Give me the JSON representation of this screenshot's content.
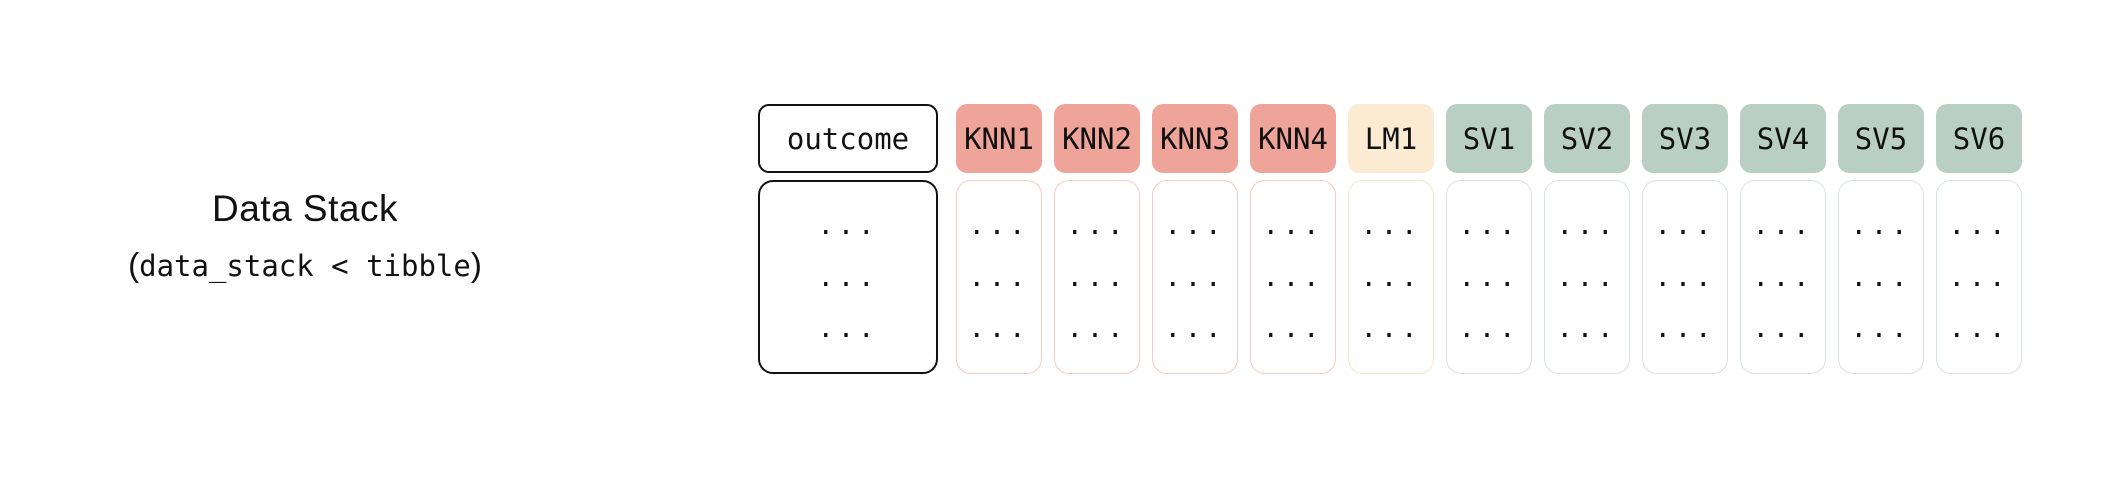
{
  "label": {
    "title": "Data Stack",
    "paren_open": "(",
    "code": "data_stack < tibble",
    "paren_close": ")"
  },
  "outcome_column": {
    "header": "outcome",
    "rows": [
      "...",
      "...",
      "..."
    ]
  },
  "model_columns": [
    {
      "header": "KNN1",
      "fill": "#efa49a",
      "border": "#f6cbc4",
      "rows": [
        "...",
        "...",
        "..."
      ]
    },
    {
      "header": "KNN2",
      "fill": "#efa49a",
      "border": "#f6cbc4",
      "rows": [
        "...",
        "...",
        "..."
      ]
    },
    {
      "header": "KNN3",
      "fill": "#efa49a",
      "border": "#f6cbc4",
      "rows": [
        "...",
        "...",
        "..."
      ]
    },
    {
      "header": "KNN4",
      "fill": "#efa49a",
      "border": "#f6cbc4",
      "rows": [
        "...",
        "...",
        "..."
      ]
    },
    {
      "header": "LM1",
      "fill": "#faebd2",
      "border": "#f3e6cf",
      "rows": [
        "...",
        "...",
        "..."
      ]
    },
    {
      "header": "SV1",
      "fill": "#b9cfc6",
      "border": "#d8e3de",
      "rows": [
        "...",
        "...",
        "..."
      ]
    },
    {
      "header": "SV2",
      "fill": "#b9cfc6",
      "border": "#d8e3de",
      "rows": [
        "...",
        "...",
        "..."
      ]
    },
    {
      "header": "SV3",
      "fill": "#b9cfc6",
      "border": "#d8e3de",
      "rows": [
        "...",
        "...",
        "..."
      ]
    },
    {
      "header": "SV4",
      "fill": "#b9cfc6",
      "border": "#d8e3de",
      "rows": [
        "...",
        "...",
        "..."
      ]
    },
    {
      "header": "SV5",
      "fill": "#b9cfc6",
      "border": "#d8e3de",
      "rows": [
        "...",
        "...",
        "..."
      ]
    },
    {
      "header": "SV6",
      "fill": "#b9cfc6",
      "border": "#d8e3de",
      "rows": [
        "...",
        "...",
        "..."
      ]
    }
  ],
  "colors": {
    "outcome_border": "#111111",
    "knn_fill": "#efa49a",
    "lm_fill": "#faebd2",
    "sv_fill": "#b9cfc6",
    "background": "#ffffff",
    "text": "#111111"
  }
}
